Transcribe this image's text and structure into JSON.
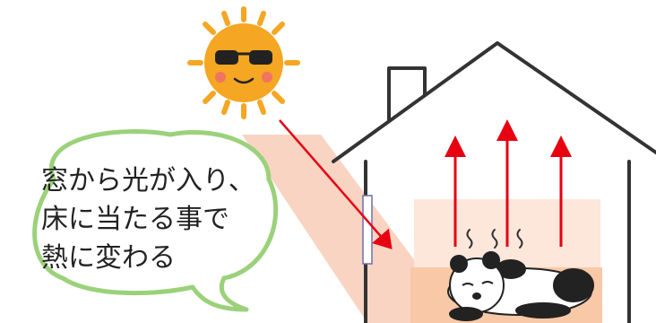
{
  "speech_bubble": {
    "lines": [
      "窓から光が入り、",
      "床に当たる事で",
      "熱に変わる"
    ]
  },
  "icons": {
    "sun": "sun-with-sunglasses-icon",
    "house": "house-outline-icon",
    "panda": "sleeping-panda-icon",
    "heat": "heat-waves-icon"
  },
  "colors": {
    "light_beam": "#f8cdb8",
    "warm_room": "#fde6da",
    "warm_floor": "#f9c8a6",
    "arrow": "#e60012",
    "house_line": "#333333",
    "sun": "#f5a623",
    "bubble_border": "#9bd17a"
  }
}
